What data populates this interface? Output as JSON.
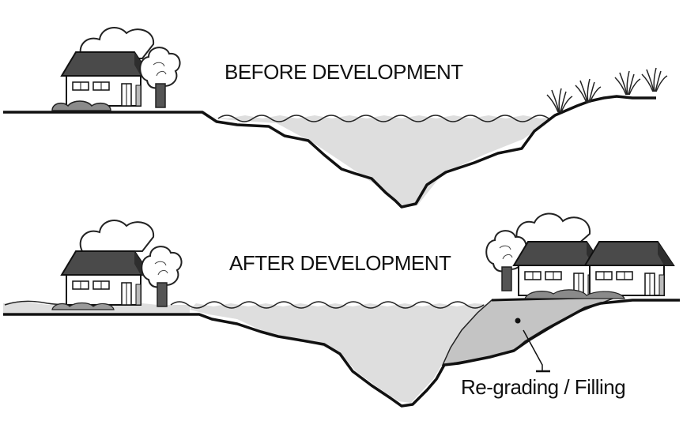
{
  "panels": {
    "before": {
      "title": "BEFORE DEVELOPMENT"
    },
    "after": {
      "title": "AFTER DEVELOPMENT"
    }
  },
  "callout": {
    "label": "Re-grading / Filling"
  },
  "colors": {
    "water": "#dedede",
    "fill_area": "#c4c4c4",
    "ground_line": "#111111",
    "house_roof": "#4a4a4a",
    "background": "#ffffff"
  }
}
